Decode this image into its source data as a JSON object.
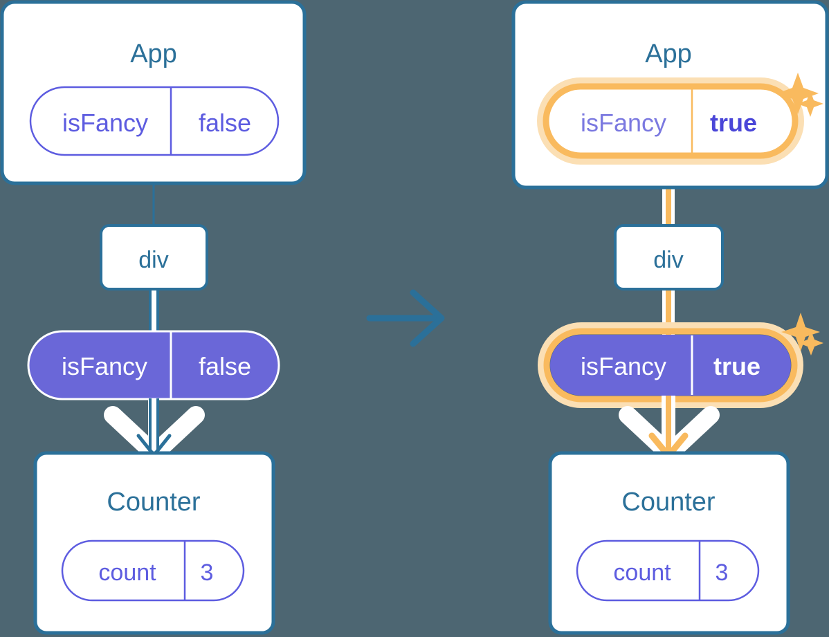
{
  "meta": {
    "background_color": "#4d6672",
    "title": "React state flow: isFancy prop passed from App through div to Counter"
  },
  "palette": {
    "box_border_blue": "#2b7099",
    "box_fill_white": "#ffffff",
    "title_text_blue": "#2b7099",
    "pill_purple": "#5d5ce0",
    "pill_purple_fill": "#6a67d8",
    "pill_text_purple": "#5d5ce0",
    "pill_text_white": "#ffffff",
    "highlight_orange": "#f9ba5e",
    "highlight_orange_glow": "#fbdfb4",
    "line_blue": "#2b7099",
    "line_blue_faded": "#cdd9ee",
    "line_orange_faded": "#fdecd4",
    "arrow_white_halo": "#ffffff"
  },
  "left_diagram": {
    "name": "before-state",
    "app_box": {
      "label": "App"
    },
    "app_pill": {
      "key": "isFancy",
      "value": "false",
      "style": "outline",
      "highlighted": false
    },
    "div_box": {
      "label": "div"
    },
    "prop_pill": {
      "key": "isFancy",
      "value": "false",
      "style": "filled",
      "highlighted": false
    },
    "counter_box": {
      "label": "Counter"
    },
    "counter_pill": {
      "key": "count",
      "value": "3",
      "style": "outline",
      "highlighted": false
    }
  },
  "transition_arrow": {
    "name": "transition-arrow",
    "direction": "right",
    "color": "#2b7099"
  },
  "right_diagram": {
    "name": "after-state",
    "app_box": {
      "label": "App"
    },
    "app_pill": {
      "key": "isFancy",
      "value": "true",
      "style": "outline",
      "highlighted": true
    },
    "div_box": {
      "label": "div"
    },
    "prop_pill": {
      "key": "isFancy",
      "value": "true",
      "style": "filled",
      "highlighted": true
    },
    "counter_box": {
      "label": "Counter"
    },
    "counter_pill": {
      "key": "count",
      "value": "3",
      "style": "outline",
      "highlighted": false
    },
    "sparkles": [
      {
        "name": "sparkle-top-large"
      },
      {
        "name": "sparkle-top-small"
      },
      {
        "name": "sparkle-bottom-large"
      },
      {
        "name": "sparkle-bottom-small"
      }
    ]
  }
}
